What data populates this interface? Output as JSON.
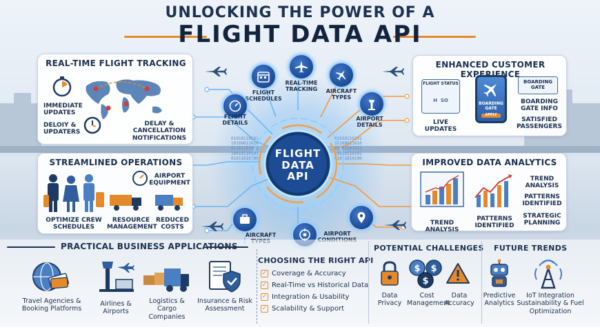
{
  "title": {
    "line1": "UNLOCKING THE POWER OF A",
    "line2": "FLIGHT DATA API"
  },
  "hub": {
    "label": "FLIGHT DATA API"
  },
  "nodes": {
    "flight_schedules": "FLIGHT SCHEDULES",
    "real_time_tracking": "REAL-TIME TRACKING",
    "aircraft_types_top": "AIRCRAFT TYPES",
    "flight_details": "FLIGHT DETAILS",
    "airport_details": "AIRPORT DETAILS",
    "aircraft_types_bottom": "AIRCRAFT TYPES",
    "airport_conditions": "AIRPORT CONDITIONS"
  },
  "binary_text": "01010110101\n10100011010\n01101101011\n10010110101\n01011010100",
  "tracking": {
    "title": "REAL-TIME FLIGHT TRACKING",
    "immediate_updates": "IMMEDIATE UPDATES",
    "delay_updaters": "DELOIY & UPDATERS",
    "delay_notifications": "DELAY & CANCELLATION NOTIFICATIONS"
  },
  "customer": {
    "title": "ENHANCED CUSTOMER EXPERIENCE",
    "flight_status": "FLIGHT STATUS",
    "live_updates": "LIVE UPDATES",
    "boarding_gate_phone": "BOARDING GATE",
    "boarding_gate_card": "BOARDING GATE",
    "boarding_gate_info": "BOARDING GATE INFO",
    "satisfied": "SATISFIED PASSENGERS",
    "apply": "APPLY",
    "h_so": "H  SO"
  },
  "operations": {
    "title": "STREAMLINED OPERATIONS",
    "airport_equipment": "AIRPORT EQUIPMENT",
    "crew": "OPTIMIZE CREW SCHEDULES",
    "resource": "RESOURCE MANAGEMENT",
    "costs": "REDUCED COSTS"
  },
  "analytics": {
    "title": "IMPROVED DATA ANALYTICS",
    "trend_analysis_left": "TREND ANALYSIS",
    "patterns_mid": "PATTERNS IDENTIFIED",
    "trend_analysis_right": "TREND ANALYSIS",
    "patterns_right": "PATTERNS IDENTIFIED",
    "strategic": "STRATEGIC PLANNING"
  },
  "business": {
    "title": "PRACTICAL BUSINESS APPLICATIONS",
    "items": [
      "Travel Agencies & Booking Platforms",
      "Airlines & Airports",
      "Logistics & Cargo Companies",
      "Insurance & Risk Assessment"
    ]
  },
  "choosing": {
    "title": "CHOOSING THE RIGHT API",
    "items": [
      "Coverage & Accuracy",
      "Real-Time vs Historical Data",
      "Integration & Usability",
      "Scalability & Support"
    ]
  },
  "challenges": {
    "title": "POTENTIAL CHALLENGES",
    "items": [
      "Data Privacy",
      "Cost Management",
      "Data Accuracy"
    ]
  },
  "future": {
    "title": "FUTURE TRENDS",
    "items": [
      "Predictive Analytics",
      "IoT Integration Sustainability & Fuel Optimization"
    ]
  },
  "colors": {
    "accent": "#e58a2a",
    "navy": "#1b2f4f",
    "hub_blue": "#1d4c95",
    "glow": "#7cc3ff"
  }
}
